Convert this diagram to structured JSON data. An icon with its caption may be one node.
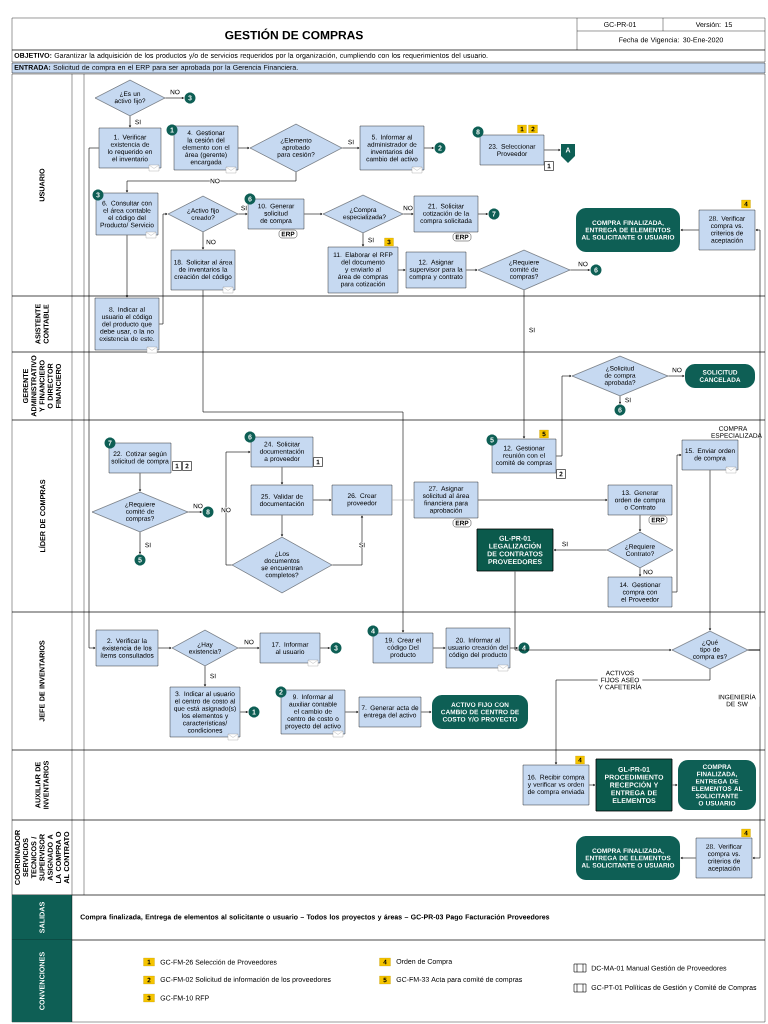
{
  "diagram": {
    "title": "GESTIÓN DE COMPRAS",
    "nodes": [
      {
        "text": [
          "USUARIO"
        ]
      },
      {
        "text": [
          "¿Es un activo fijo?"
        ],
        "in": 0
      },
      {
        "text": [
          "3"
        ],
        "in": 0
      },
      {
        "text": [
          "1. Verificar existencia de lo requerido en el inventario"
        ],
        "in": 0
      },
      {
        "text": [
          "1"
        ],
        "in": 0
      },
      {
        "text": [
          "4. Gestionar la cesión del elemento con el área (gerente) encargada"
        ],
        "in": 0
      },
      {
        "text": [
          "¿Elemento aprobado para cesión?"
        ],
        "in": 0
      },
      {
        "text": [
          "5. Informar al administrador de inventarios del cambio del activo"
        ],
        "in": 0
      },
      {
        "text": [
          "2"
        ],
        "in": 0
      },
      {
        "text": [
          "8"
        ],
        "in": 0
      },
      {
        "text": [
          "23. Seleccionar Proveedor"
        ],
        "in": 0,
        "beside": [
          "1",
          "2",
          "1"
        ]
      },
      {
        "text": [
          "A"
        ],
        "in": 0
      },
      {
        "text": [
          "3"
        ],
        "in": 0
      },
      {
        "text": [
          "6. Consultar con el área contable el código del Producto/ Servicio"
        ],
        "in": 0
      },
      {
        "text": [
          "¿Activo fijo creado?"
        ],
        "in": 0
      },
      {
        "text": [
          "6"
        ],
        "in": 0
      },
      {
        "text": [
          "10. Generar solicitud de compra"
        ],
        "in": 0,
        "beside": [
          "ERP"
        ]
      },
      {
        "text": [
          "¿Compra especializada?"
        ],
        "in": 0
      },
      {
        "text": [
          "21. Solicitar cotización de la compra solicitada"
        ],
        "in": 0,
        "beside": [
          "ERP"
        ]
      },
      {
        "text": [
          "7"
        ],
        "in": 0
      },
      {
        "text": [
          "18. Solicitar al área de inventarios la creación del código"
        ],
        "in": 0
      },
      {
        "text": [
          "11. Elaborar el RFP del documento y enviarlo al área de compras para cotización"
        ],
        "in": 0,
        "beside": [
          "3"
        ]
      },
      {
        "text": [
          "12. Asignar supervisor para la compra y contrato"
        ],
        "in": 0
      },
      {
        "text": [
          "¿Requiere comité de compras?"
        ],
        "in": 0
      },
      {
        "text": [
          "6"
        ],
        "in": 0
      },
      {
        "text": [
          "COMPRA FINALIZADA, ENTREGA DE ELEMENTOS AL SOLICITANTE O USUARIO"
        ],
        "in": 0
      },
      {
        "text": [
          "28. Verificar compra vs. criterios de aceptación"
        ],
        "in": 0,
        "beside": [
          "4"
        ]
      },
      {
        "text": [
          "ASISTENTE CONTABLE"
        ]
      },
      {
        "text": [
          "8. Indicar al usuario el código del producto que debe usar, o la no existencia de este."
        ],
        "in": 27
      },
      {
        "text": [
          "GERENTE ADMINISTRATIVO Y FINANCIERO O DIRECTOR FINANCIERO"
        ]
      },
      {
        "text": [
          "¿Solicitud de compra aprobada?"
        ],
        "in": 29
      },
      {
        "text": [
          "SOLICITUD CANCELADA"
        ],
        "in": 29
      },
      {
        "text": [
          "6"
        ],
        "in": 29
      },
      {
        "text": [
          "LÍDER DE COMPRAS"
        ]
      },
      {
        "text": [
          "7"
        ],
        "in": 33
      },
      {
        "text": [
          "22. Cotizar según solicitud de compra"
        ],
        "in": 33,
        "beside": [
          "1",
          "2"
        ]
      },
      {
        "text": [
          "¿Requiere comité de compras?"
        ],
        "in": 33
      },
      {
        "text": [
          "8"
        ],
        "in": 33
      },
      {
        "text": [
          "5"
        ],
        "in": 33
      },
      {
        "text": [
          "6"
        ],
        "in": 33
      },
      {
        "text": [
          "24. Solicitar documentación a proveedor"
        ],
        "in": 33,
        "beside": [
          "1"
        ]
      },
      {
        "text": [
          "25. Validar de documentación"
        ],
        "in": 33
      },
      {
        "text": [
          "¿Los documentos se encuentran completos?"
        ],
        "in": 33
      },
      {
        "text": [
          "26. Crear proveedor"
        ],
        "in": 33
      },
      {
        "text": [
          "27. Asignar solicitud al área financiera para aprobación"
        ],
        "in": 33,
        "beside": [
          "ERP"
        ]
      },
      {
        "text": [
          "5"
        ],
        "in": 33
      },
      {
        "text": [
          "12. Gestionar reunión con el comité de compras"
        ],
        "in": 33,
        "beside": [
          "5",
          "2"
        ]
      },
      {
        "text": [
          "15. Enviar orden de compra"
        ],
        "in": 33
      },
      {
        "text": [
          "13. Generar orden de compra o Contrato"
        ],
        "in": 33,
        "beside": [
          "ERP"
        ]
      },
      {
        "text": [
          "¿Requiere Contrato?"
        ],
        "in": 33
      },
      {
        "text": [
          "GL-PR-01 LEGALIZACIÓN DE CONTRATOS PROVEEDORES"
        ],
        "in": 33
      },
      {
        "text": [
          "14. Gestionar compra con el Proveedor"
        ],
        "in": 33
      },
      {
        "text": [
          "JEFE DE INVENTARIOS"
        ]
      },
      {
        "text": [
          "2. Verificar la existencia de los ítems consultados"
        ],
        "in": 52
      },
      {
        "text": [
          "¿Hay existencia?"
        ],
        "in": 52
      },
      {
        "text": [
          "17. Informar al usuario"
        ],
        "in": 52
      },
      {
        "text": [
          "3"
        ],
        "in": 52
      },
      {
        "text": [
          "4"
        ],
        "in": 52
      },
      {
        "text": [
          "19. Crear el código Del producto"
        ],
        "in": 52
      },
      {
        "text": [
          "20. Informar al usuario creación del código del producto"
        ],
        "in": 52
      },
      {
        "text": [
          "4"
        ],
        "in": 52
      },
      {
        "text": [
          "¿Qué tipo de compra es?"
        ],
        "in": 52
      },
      {
        "text": [
          "3. Indicar al usuario el centro de costo al que está asignado(s) los elementos y características/ condiciones"
        ],
        "in": 52
      },
      {
        "text": [
          "1"
        ],
        "in": 52
      },
      {
        "text": [
          "2"
        ],
        "in": 52
      },
      {
        "text": [
          "9. Informar al auxiliar contable el cambio de centro de costo o proyecto del activo"
        ],
        "in": 52
      },
      {
        "text": [
          "7. Generar acta de entrega del activo"
        ],
        "in": 52
      },
      {
        "text": [
          "ACTIVO FIJO CON CAMBIO DE CENTRO DE COSTO Y/O PROYECTO"
        ],
        "in": 52
      },
      {
        "text": [
          "AUXILIAR DE INVENTARIOS"
        ]
      },
      {
        "text": [
          "16. Recibir compra y verificar vs orden de compra enviada"
        ],
        "in": 68,
        "beside": [
          "4"
        ]
      },
      {
        "text": [
          "GL-PR-01 PROCEDIMIENTO RECEPCIÓN Y ENTREGA DE ELEMENTOS"
        ],
        "in": 68
      },
      {
        "text": [
          "COMPRA FINALIZADA, ENTREGA DE ELEMENTOS AL SOLICITANTE O USUARIO"
        ],
        "in": 68
      },
      {
        "text": [
          "COORDINADOR SERVICIOS TECNICOS / SUPERVISOR ASIGNADO A LA COMPRA O AL CONTRATO"
        ]
      },
      {
        "text": [
          "COMPRA FINALIZADA, ENTREGA DE ELEMENTOS AL SOLICITANTE O USUARIO"
        ],
        "in": 72
      },
      {
        "text": [
          "28. Verificar compra vs. criterios de aceptación"
        ],
        "in": 72,
        "beside": [
          "4"
        ]
      },
      {
        "text": [
          "SALIDAS",
          "Compra finalizada, Entrega de elementos al solicitante o usuario – Todos los proyectos y áreas – GC-PR-03 Pago Facturación Proveedores"
        ]
      },
      {
        "text": [
          "CONVENCIONES"
        ]
      }
    ],
    "edges": [
      {
        "from": 1,
        "to": 2,
        "arrow": "to",
        "label": "NO"
      },
      {
        "from": 1,
        "to": 3,
        "arrow": "to",
        "label": "SI"
      },
      {
        "from": 3,
        "to": 53,
        "arrow": "to"
      },
      {
        "from": 5,
        "to": 6,
        "arrow": "to"
      },
      {
        "from": 6,
        "to": 7,
        "arrow": "to",
        "label": "SI"
      },
      {
        "from": 6,
        "to": 13,
        "arrow": "to",
        "label": "NO"
      },
      {
        "from": 7,
        "to": 8,
        "arrow": "to"
      },
      {
        "from": 10,
        "to": 11,
        "arrow": "to"
      },
      {
        "from": 13,
        "to": 28,
        "arrow": "to"
      },
      {
        "from": 28,
        "to": 14,
        "arrow": "to"
      },
      {
        "from": 14,
        "to": 16,
        "arrow": "to",
        "label": "SI"
      },
      {
        "from": 14,
        "to": 20,
        "arrow": "to",
        "label": "NO"
      },
      {
        "from": 16,
        "to": 17,
        "arrow": "to"
      },
      {
        "from": 17,
        "to": 18,
        "arrow": "to",
        "label": "NO"
      },
      {
        "from": 17,
        "to": 21,
        "arrow": "to",
        "label": "SI"
      },
      {
        "from": 18,
        "to": 19,
        "arrow": "to"
      },
      {
        "from": 21,
        "to": 22,
        "arrow": "to"
      },
      {
        "from": 22,
        "to": 23,
        "arrow": "to"
      },
      {
        "from": 23,
        "to": 24,
        "arrow": "to",
        "label": "NO"
      },
      {
        "from": 23,
        "to": 46,
        "arrow": "to",
        "label": "SI"
      },
      {
        "from": 20,
        "to": 58,
        "arrow": "to"
      },
      {
        "from": 26,
        "to": 25,
        "arrow": "to"
      },
      {
        "from": 46,
        "to": 30,
        "arrow": "to"
      },
      {
        "from": 30,
        "to": 31,
        "arrow": "to",
        "label": "NO"
      },
      {
        "from": 30,
        "to": 32,
        "arrow": "to",
        "label": "SI"
      },
      {
        "from": 35,
        "to": 36,
        "arrow": "to"
      },
      {
        "from": 36,
        "to": 37,
        "arrow": "to",
        "label": "NO"
      },
      {
        "from": 36,
        "to": 38,
        "arrow": "to",
        "label": "SI"
      },
      {
        "from": 40,
        "to": 41,
        "arrow": "to"
      },
      {
        "from": 41,
        "to": 43,
        "arrow": "to"
      },
      {
        "from": 41,
        "to": 42,
        "arrow": "to"
      },
      {
        "from": 42,
        "to": 40,
        "arrow": "to",
        "label": "NO"
      },
      {
        "from": 42,
        "to": 43,
        "arrow": "to",
        "label": "SI"
      },
      {
        "from": 43,
        "to": 44,
        "arrow": "to",
        "color": "#a6a6a6"
      },
      {
        "from": 44,
        "to": 48,
        "arrow": "to"
      },
      {
        "from": 48,
        "to": 49,
        "arrow": "to"
      },
      {
        "from": 49,
        "to": 50,
        "arrow": "to",
        "label": "SI"
      },
      {
        "from": 49,
        "to": 51,
        "arrow": "to",
        "label": "NO"
      },
      {
        "from": 51,
        "to": 47,
        "arrow": "to"
      },
      {
        "from": 47,
        "to": 61,
        "arrow": "to"
      },
      {
        "from": 50,
        "to": 61,
        "arrow": "to"
      },
      {
        "from": 61,
        "to": 69,
        "arrow": "to",
        "label": "ACTIVOS FIJOS ASEO Y CAFETERÍA"
      },
      {
        "from": 61,
        "to": 26,
        "arrow": "to",
        "label": "COMPRA ESPECIALIZADA"
      },
      {
        "from": 61,
        "to": 74,
        "arrow": "to",
        "label": "INGENIERÍA DE SW"
      },
      {
        "from": 53,
        "to": 54,
        "arrow": "to"
      },
      {
        "from": 54,
        "to": 55,
        "arrow": "to",
        "label": "NO"
      },
      {
        "from": 54,
        "to": 62,
        "arrow": "to",
        "label": "SI"
      },
      {
        "from": 55,
        "to": 56,
        "arrow": "to"
      },
      {
        "from": 62,
        "to": 63,
        "arrow": "to"
      },
      {
        "from": 65,
        "to": 66,
        "arrow": "to"
      },
      {
        "from": 66,
        "to": 67,
        "arrow": "to"
      },
      {
        "from": 69,
        "to": 70,
        "arrow": "to"
      },
      {
        "from": 70,
        "to": 71,
        "arrow": "to"
      },
      {
        "from": 74,
        "to": 73,
        "arrow": "to"
      },
      {
        "from": 58,
        "to": 59,
        "arrow": "to"
      },
      {
        "from": 59,
        "to": 60,
        "arrow": "to"
      }
    ],
    "labels": [
      "GC-PR-01",
      "Versión: 15",
      "Fecha de Vigencia: 30-Ene-2020",
      "**OBJETIVO:** Garantizar la adquisición de los productos y/o de servicios requeridos por la organización, cumpliendo con los requerimientos del usuario.",
      "**ENTRADA:** Solicitud de compra en el ERP para ser aprobada por la Gerencia Financiera.",
      "1",
      "2",
      "3",
      "4",
      "5"
    ],
    "legend": [
      {
        "text": "GC-FM-26 Selección de Proveedores"
      },
      {
        "text": "GC-FM-02 Solicitud de información de los proveedores"
      },
      {
        "text": "GC-FM-10 RFP"
      },
      {
        "text": "Orden de Compra"
      },
      {
        "text": "GC-FM-33 Acta para comité de compras"
      },
      {
        "text": "DC-MA-01 Manual Gestión de Proveedores"
      },
      {
        "text": "GC-PT-01 Políticas de Gestión y Comité de Compras"
      }
    ]
  }
}
